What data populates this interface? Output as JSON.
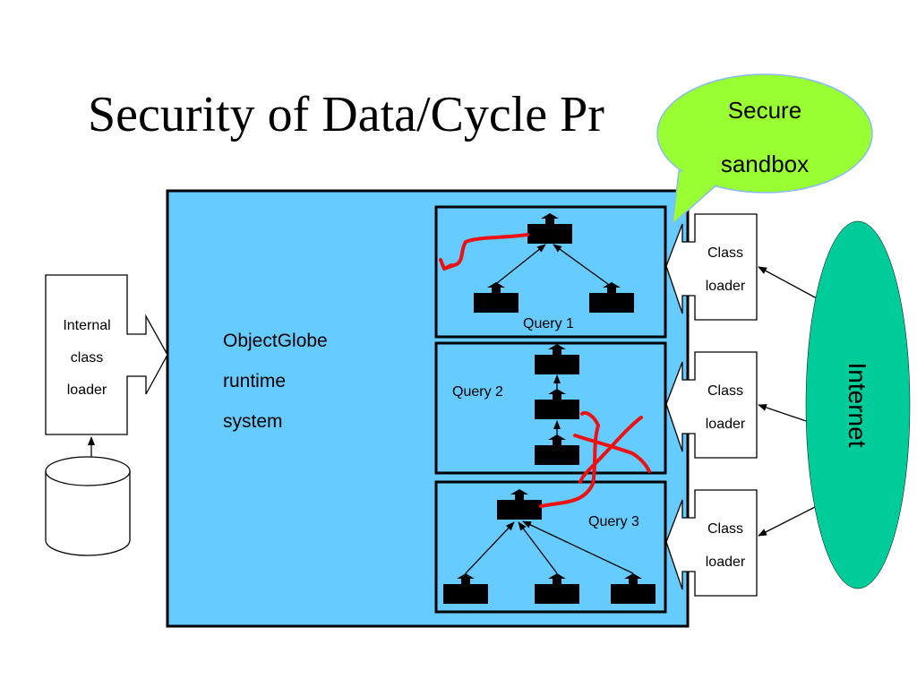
{
  "title": "Security of Data/Cycle Pr",
  "callout": {
    "line1": "Secure",
    "line2": "sandbox"
  },
  "runtime": {
    "line1": "ObjectGlobe",
    "line2": "runtime",
    "line3": "system"
  },
  "queries": {
    "q1": "Query 1",
    "q2": "Query 2",
    "q3": "Query 3"
  },
  "internal_loader": {
    "line1": "Internal",
    "line2": "class",
    "line3": "loader"
  },
  "class_loader": {
    "line1": "Class",
    "line2": "loader"
  },
  "internet": "Internet",
  "colors": {
    "runtime_fill": "#66ccff",
    "callout_fill": "#99ff33",
    "internet_fill": "#00cc99",
    "annotation_red": "#ee1111"
  }
}
